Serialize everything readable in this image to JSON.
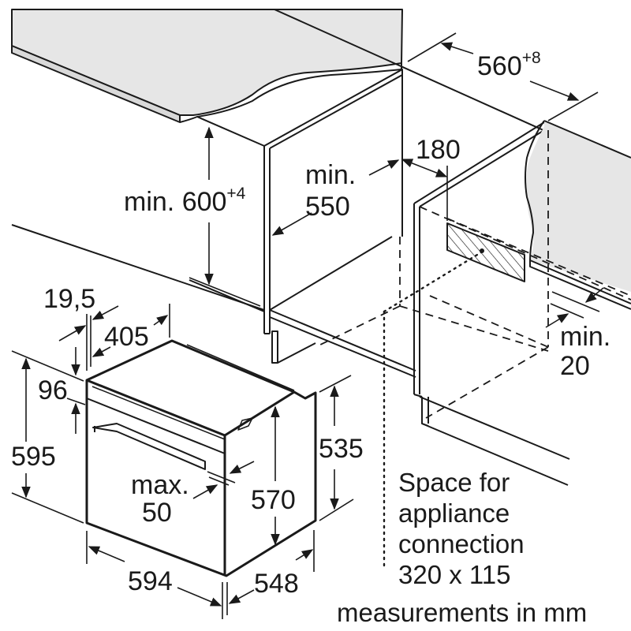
{
  "diagram": {
    "subject": "built-in oven installation dimensions",
    "colors": {
      "line": "#1a1a1a",
      "worktop_fill": "#e6e6e6",
      "background": "#ffffff"
    },
    "cabinet_dimensions": {
      "min_height": {
        "prefix": "min.",
        "value": "600",
        "tolerance": "+4"
      },
      "min_depth": {
        "line1": "min.",
        "line2": "550"
      },
      "width": {
        "value": "560",
        "tolerance": "+8"
      },
      "connection_offset": "180",
      "rear_gap": {
        "line1": "min.",
        "line2": "20"
      }
    },
    "oven_dimensions": {
      "panel_offset": "19,5",
      "top_depth": "405",
      "control_panel_height": "96",
      "total_height": "595",
      "body_height": "535",
      "inner_height": "570",
      "handle_projection": {
        "line1": "max.",
        "line2": "50"
      },
      "width": "594",
      "depth": "548"
    },
    "connection_note": {
      "line1": "Space for",
      "line2": "appliance",
      "line3": "connection",
      "line4": "320 x 115"
    },
    "footer": "measurements in mm"
  }
}
